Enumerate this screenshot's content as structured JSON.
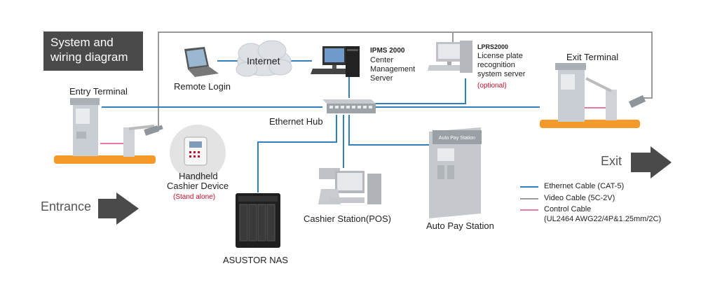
{
  "title": {
    "line1": "System and",
    "line2": "wiring diagram"
  },
  "nodes": {
    "internet": "Internet",
    "remote_login": "Remote Login",
    "ipms": {
      "name": "IPMS 2000",
      "line2": "Center",
      "line3": "Management",
      "line4": "Server"
    },
    "lprs": {
      "name": "LPRS2000",
      "line2": "License plate",
      "line3": "recognition",
      "line4": "system server",
      "note": "(optional)"
    },
    "exit_terminal": "Exit Terminal",
    "entry_terminal": "Entry Terminal",
    "ethernet_hub": "Ethernet Hub",
    "handheld": {
      "line1": "Handheld",
      "line2": "Cashier Device",
      "note": "(Stand alone)"
    },
    "cashier_station": "Cashier Station(POS)",
    "auto_pay": "Auto Pay Station",
    "auto_pay_sign": "Auto Pay Station",
    "nas": "ASUSTOR NAS",
    "entrance": "Entrance",
    "exit": "Exit"
  },
  "legend": {
    "ethernet": "Ethernet Cable (CAT-5)",
    "video": "Video Cable (5C-2V)",
    "control_1": "Control Cable",
    "control_2": "(UL2464 AWG22/4P&1.25mm/2C)"
  },
  "colors": {
    "ethernet": "#2f7fc1",
    "video": "#9a9a9a",
    "control": "#e879a6",
    "platform": "#f39a2b",
    "arrow": "#4a4a4a",
    "optional": "#c0102a"
  }
}
